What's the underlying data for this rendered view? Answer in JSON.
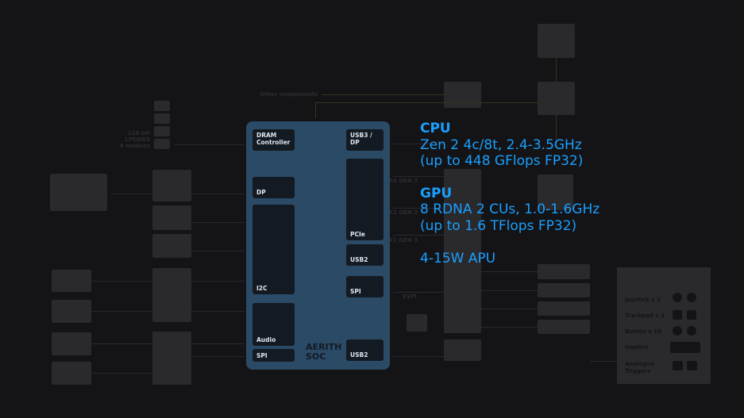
{
  "soc": {
    "name": "AERITH\nSOC",
    "blocks": {
      "dram": "DRAM Controller",
      "usb3": "USB3 / DP",
      "dp": "DP",
      "pcie": "PCIe",
      "i2c": "I2C",
      "usb2a": "USB2",
      "spi_r": "SPI",
      "audio": "Audio",
      "spi_l": "SPI",
      "usb2b": "USB2"
    }
  },
  "specs": {
    "cpu_title": "CPU",
    "cpu_line1": "Zen 2 4c/8t, 2.4-3.5GHz",
    "cpu_line2": "(up to 448 GFlops FP32)",
    "gpu_title": "GPU",
    "gpu_line1": "8 RDNA 2 CUs, 1.0-1.6GHz",
    "gpu_line2": "(up to 1.6 TFlops FP32)",
    "power": "4-15W APU"
  },
  "colors": {
    "accent": "#1a9fff",
    "soc": "#2a4a66",
    "background": "#141416"
  },
  "memory": {
    "l1": "128-bit",
    "l2": "LPDDR5",
    "l3": "4 modues"
  },
  "other_components": "Other components",
  "links": {
    "a": "X4 GEN 3",
    "b": "X1 GEN 3",
    "c": "X1 GEN 3",
    "d": "ESPI"
  },
  "controls": [
    {
      "label": "Joystick x 2"
    },
    {
      "label": "Trackpad x 2"
    },
    {
      "label": "Button x 16"
    },
    {
      "label": "Haptics"
    },
    {
      "label": "Analogue Triggers"
    }
  ]
}
